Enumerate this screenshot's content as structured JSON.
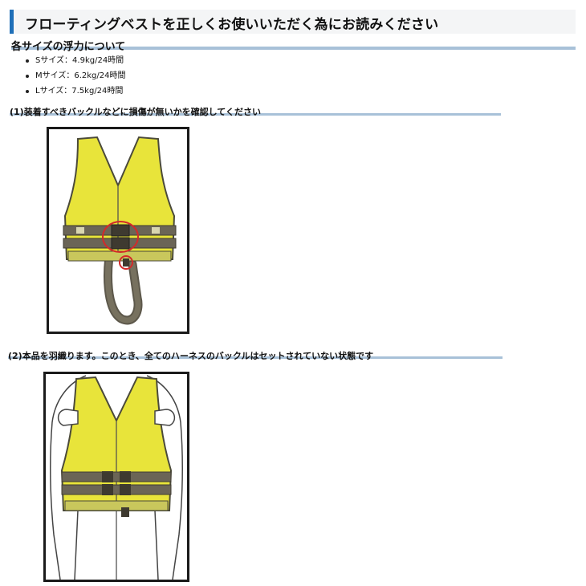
{
  "page": {
    "title": "フローティングベストを正しくお使いいただく為にお読みください"
  },
  "buoyancy": {
    "heading": "各サイズの浮力について",
    "items": [
      {
        "label": "Sサイズ：4.9kg/24時間"
      },
      {
        "label": "Mサイズ：6.2kg/24時間"
      },
      {
        "label": "Lサイズ：7.5kg/24時間"
      }
    ]
  },
  "steps": [
    {
      "heading": "(1)装着すべきバックルなどに損傷が無いかを確認してください"
    },
    {
      "heading": "(2)本品を羽織ります。このとき、全てのハーネスのバックルはセットされていない状態です"
    }
  ],
  "colors": {
    "accent": "#1f6fb8",
    "rule": "#a8c1d8",
    "vest_yellow": "#e8e43a",
    "strap_gray": "#6b6556",
    "highlight_red": "#d22a2a"
  },
  "icons": {
    "figure1": "life-vest-illustration",
    "figure2": "person-wearing-vest-illustration"
  }
}
